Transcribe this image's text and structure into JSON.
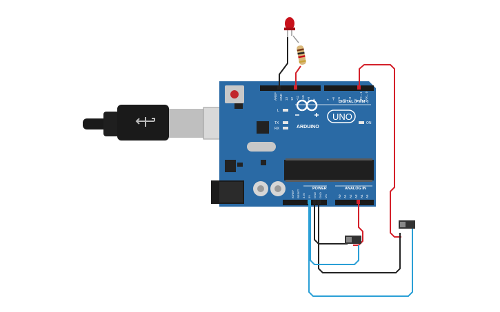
{
  "board": {
    "brand": "ARDUINO",
    "model": "UNO",
    "digital_header": "DIGITAL (PWM~)",
    "power_header": "POWER",
    "analog_header": "ANALOG IN",
    "on_label": "ON",
    "l_label": "L",
    "tx_label": "TX",
    "rx_label": "RX",
    "digital_pins": [
      "AREF",
      "GND",
      "13",
      "12",
      "~11",
      "~10",
      "~9",
      "8",
      "7",
      "~6",
      "~5",
      "4",
      "~3",
      "2",
      "TX→1",
      "RX←0"
    ],
    "power_pins": [
      "IOREF",
      "RESET",
      "3.3V",
      "5V",
      "GND",
      "GND",
      "Vin"
    ],
    "analog_pins": [
      "A0",
      "A1",
      "A2",
      "A3",
      "A4",
      "A5"
    ]
  },
  "colors": {
    "board": "#2a6aa5",
    "wire_red": "#d4202a",
    "wire_black": "#222222",
    "wire_blue": "#2a9fd6",
    "led": "#c8101a"
  }
}
